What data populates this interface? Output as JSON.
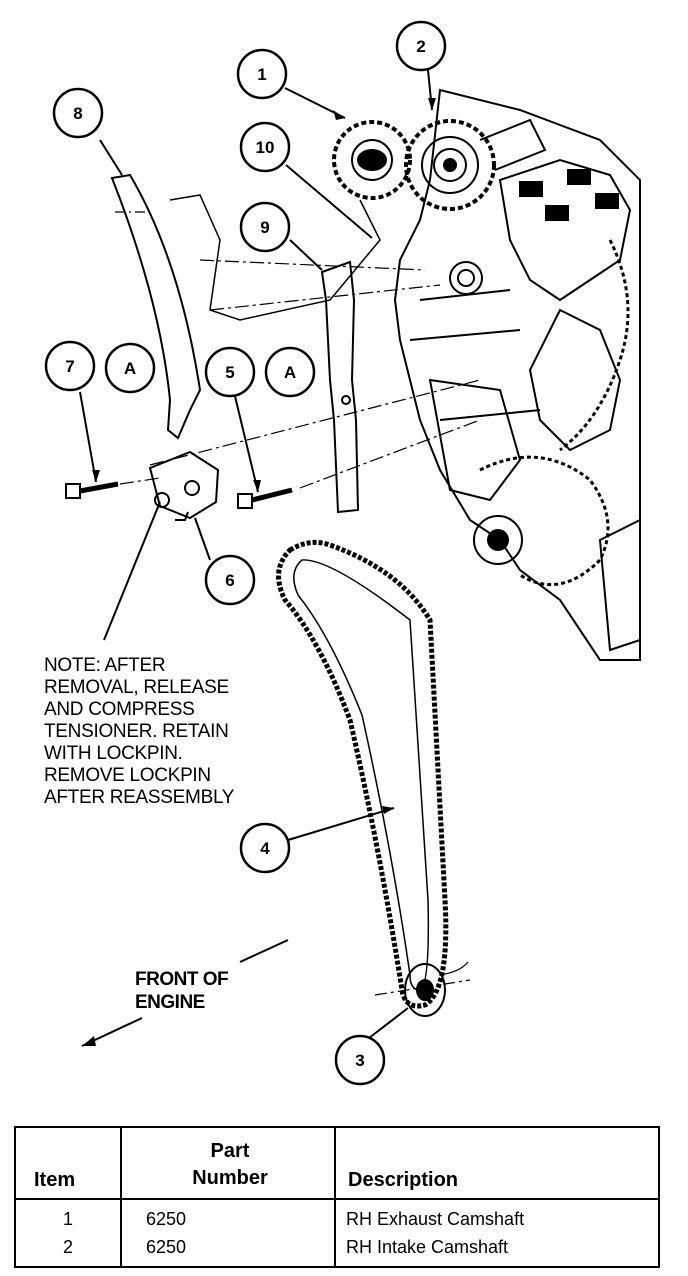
{
  "callouts": [
    "1",
    "2",
    "3",
    "4",
    "5",
    "6",
    "7",
    "8",
    "9",
    "10",
    "A",
    "A"
  ],
  "note": {
    "lines": [
      "NOTE: AFTER",
      "REMOVAL, RELEASE",
      "AND COMPRESS",
      "TENSIONER. RETAIN",
      "WITH LOCKPIN.",
      "REMOVE LOCKPIN",
      "AFTER REASSEMBLY"
    ]
  },
  "front_label": {
    "line1": "FRONT OF",
    "line2": "ENGINE"
  },
  "table": {
    "headers": {
      "item": "Item",
      "part_line1": "Part",
      "part_line2": "Number",
      "description": "Description"
    },
    "rows": [
      {
        "item": "1",
        "part": "6250",
        "description": "RH Exhaust Camshaft"
      },
      {
        "item": "2",
        "part": "6250",
        "description": "RH Intake Camshaft"
      }
    ]
  }
}
